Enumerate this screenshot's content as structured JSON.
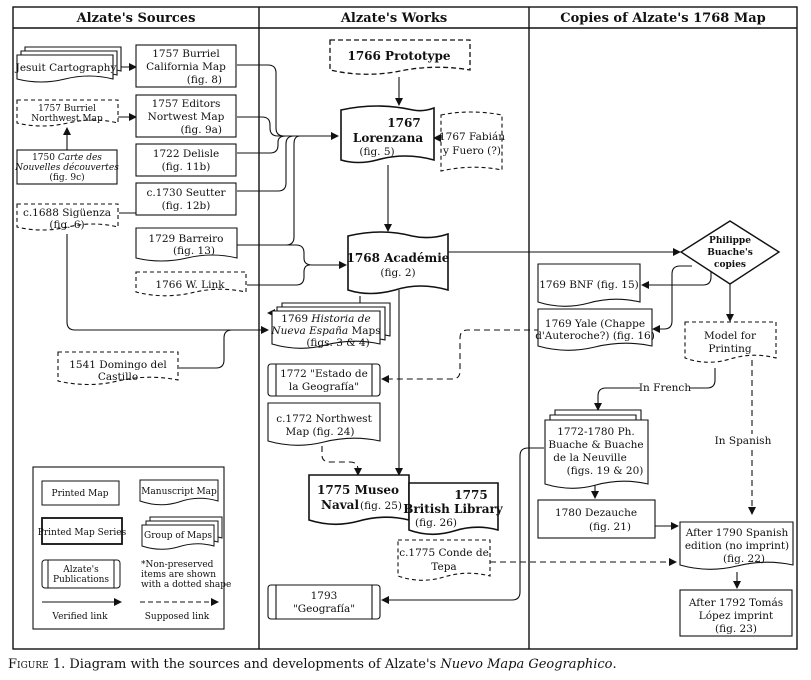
{
  "columns": {
    "sources": "Alzate's Sources",
    "works": "Alzate's Works",
    "copies": "Copies of Alzate's 1768 Map"
  },
  "nodes": {
    "jesuit": "Jesuit Cartography",
    "burriel1757": [
      "1757 Burriel",
      "California Map",
      "(fig. 8)"
    ],
    "burriel_nw": [
      "1757 Burriel",
      "Northwest Map"
    ],
    "editors1757": [
      "1757 Editors",
      "Nortwest Map",
      "(fig. 9a)"
    ],
    "carte1750": [
      "1750 ",
      "Carte des",
      "Nouvelles découvertes",
      "(fig. 9c)"
    ],
    "delisle1722": [
      "1722 Delisle",
      "(fig. 11b)"
    ],
    "seutter1730": [
      "c.1730 Seutter",
      "(fig. 12b)"
    ],
    "siguenza1688": [
      "c.1688 Sigüenza",
      "(fig. 6)"
    ],
    "barreiro1729": [
      "1729 Barreiro",
      "(fig. 13)"
    ],
    "link1766": "1766 W. Link",
    "castillo1541": [
      "1541 Domingo del",
      "Castillo"
    ],
    "prototype1766": "1766 Prototype",
    "lorenzana1767": [
      "1767",
      "Lorenzana",
      "(fig. 5)"
    ],
    "fabian1767": [
      "1767 Fabián",
      "y Fuero (?)"
    ],
    "academie1768": [
      "1768 Académie",
      "(fig. 2)"
    ],
    "historia1769": [
      "1769 ",
      "Historia de",
      "Nueva España",
      " Maps",
      "(figs. 3 & 4)"
    ],
    "estado1772": [
      "1772 \"Estado de",
      "la Geografía\""
    ],
    "northwest1772": [
      "c.1772 Northwest",
      "Map (fig. 24)"
    ],
    "museo1775": [
      "1775 Museo",
      "Naval",
      "(fig. 25)"
    ],
    "british1775": [
      "1775",
      "British Library",
      "(fig. 26)"
    ],
    "tepa1775": [
      "c.1775 Conde de",
      "Tepa"
    ],
    "geografia1793": [
      "1793",
      "\"Geografía\""
    ],
    "buache": [
      "Philippe",
      "Buache's",
      "copies"
    ],
    "bnf1769": "1769 BNF (fig. 15)",
    "yale1769": [
      "1769 Yale (Chappe",
      "d'Auteroche?) (fig. 16)"
    ],
    "model": [
      "Model for",
      "Printing"
    ],
    "buache1772": [
      "1772-1780 Ph.",
      "Buache & Buache",
      "de la Neuville",
      "(figs. 19 & 20)"
    ],
    "dezauche1780": [
      "1780 Dezauche",
      "(fig. 21)"
    ],
    "spanish1790": [
      "After 1790  Spanish",
      "edition (no imprint)",
      "(fig. 22)"
    ],
    "lopez1792": [
      "After 1792 Tomás",
      "López imprint",
      "(fig. 23)"
    ]
  },
  "edge_labels": {
    "french": "In French",
    "spanish": "In Spanish"
  },
  "legend": {
    "printed_map": "Printed Map",
    "manuscript_map": "Manuscript Map",
    "printed_series": "Printed Map Series",
    "group": "Group of Maps",
    "publications": [
      "Alzate's",
      "Publications"
    ],
    "note": [
      "*Non-preserved",
      "items are shown",
      "with a dotted shape"
    ],
    "verified": "Verified link",
    "supposed": "Supposed link"
  },
  "caption": {
    "label": "Figure 1",
    "text": ". Diagram with the sources and developments of Alzate's ",
    "title": "Nuevo Mapa Geographico",
    "end": "."
  }
}
